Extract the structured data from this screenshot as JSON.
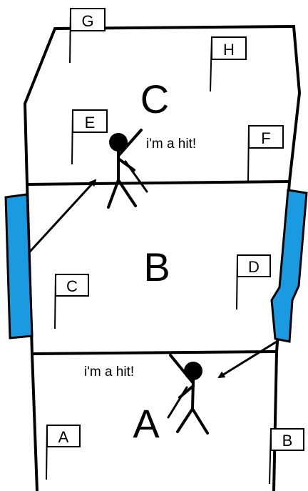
{
  "zones": {
    "c": "C",
    "b": "B",
    "a": "A"
  },
  "flags": {
    "g": "G",
    "h": "H",
    "e": "E",
    "f": "F",
    "c": "C",
    "d": "D",
    "a": "A",
    "b": "B"
  },
  "captions": {
    "upper_hit": "i'm a hit!",
    "lower_hit": "i'm a hit!"
  },
  "colors": {
    "outline": "#000000",
    "side_panel": "#1a9ae0"
  }
}
